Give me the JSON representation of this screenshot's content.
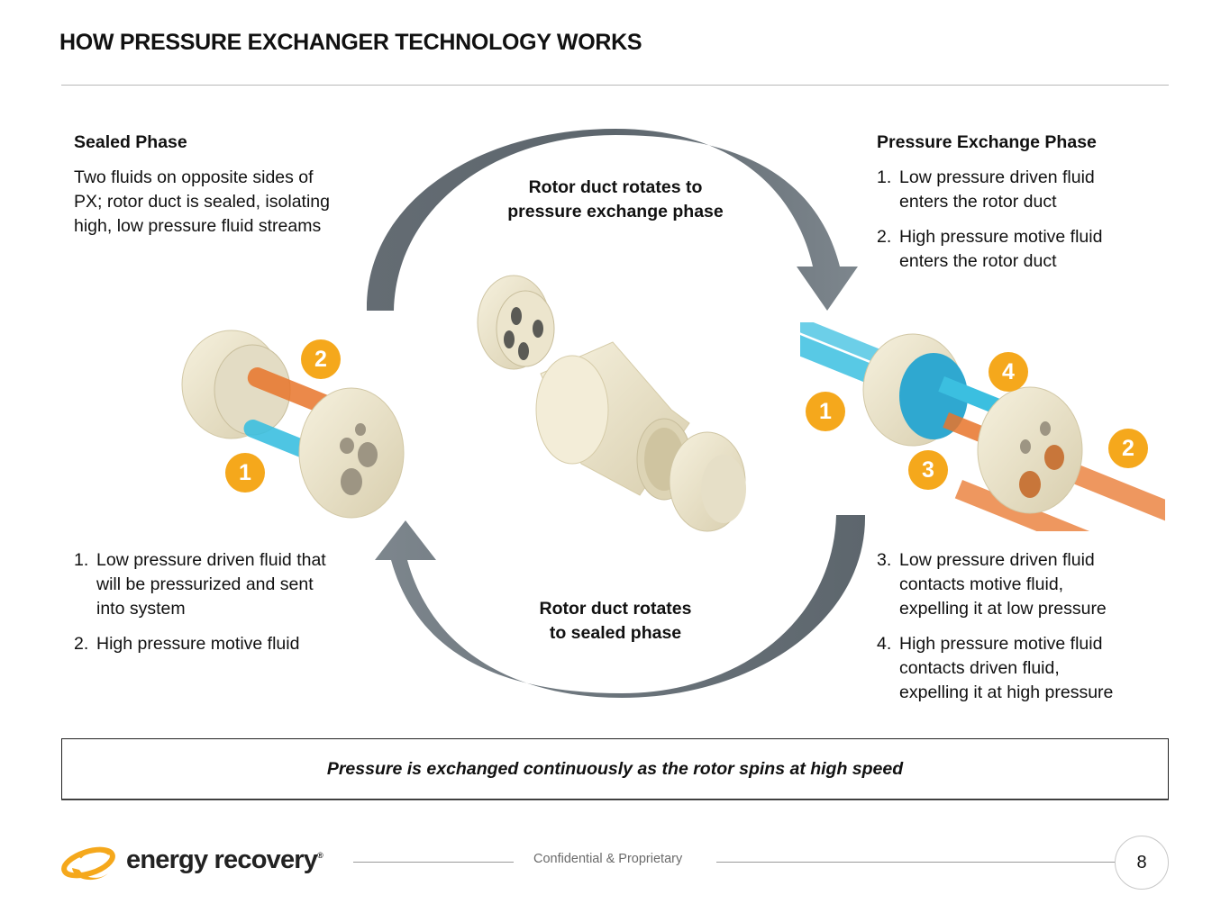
{
  "slide": {
    "title": "HOW PRESSURE EXCHANGER TECHNOLOGY WORKS",
    "page_number": "8"
  },
  "sealed_phase": {
    "heading": "Sealed Phase",
    "description": "Two fluids on opposite sides of PX; rotor duct is sealed, isolating high, low pressure fluid streams",
    "description_lines": [
      "Two fluids on opposite sides of",
      "PX; rotor duct is sealed, isolating",
      "high, low pressure fluid streams"
    ],
    "items": [
      {
        "num": "1.",
        "lines": [
          "Low pressure driven fluid that",
          "will be pressurized and sent",
          "into system"
        ]
      },
      {
        "num": "2.",
        "lines": [
          "High pressure motive fluid"
        ]
      }
    ],
    "badges": [
      "1",
      "2"
    ]
  },
  "exchange_phase": {
    "heading": "Pressure Exchange Phase",
    "items_top": [
      {
        "num": "1.",
        "lines": [
          "Low pressure driven fluid",
          "enters the rotor duct"
        ]
      },
      {
        "num": "2.",
        "lines": [
          "High pressure motive fluid",
          "enters the rotor duct"
        ]
      }
    ],
    "items_bottom": [
      {
        "num": "3.",
        "lines": [
          "Low pressure driven fluid",
          "contacts motive fluid,",
          "expelling it at low pressure"
        ]
      },
      {
        "num": "4.",
        "lines": [
          "High pressure motive fluid",
          "contacts driven fluid,",
          "expelling it at high pressure"
        ]
      }
    ],
    "badges": [
      "1",
      "2",
      "3",
      "4"
    ]
  },
  "cycle": {
    "top_label_lines": [
      "Rotor duct rotates to",
      "pressure exchange phase"
    ],
    "bottom_label_lines": [
      "Rotor duct rotates",
      "to sealed phase"
    ]
  },
  "callout": {
    "text": "Pressure is exchanged continuously as the rotor spins at high speed"
  },
  "footer": {
    "brand": "energy recovery",
    "registered_mark": "®",
    "confidential": "Confidential & Proprietary"
  },
  "colors": {
    "badge": "#f5a81c",
    "arrow": "#6f787f",
    "low_pressure_fluid": "#3bbfe0",
    "high_pressure_fluid": "#e8742a",
    "ceramic": "#efe8cf",
    "logo": "#f5a81c"
  }
}
